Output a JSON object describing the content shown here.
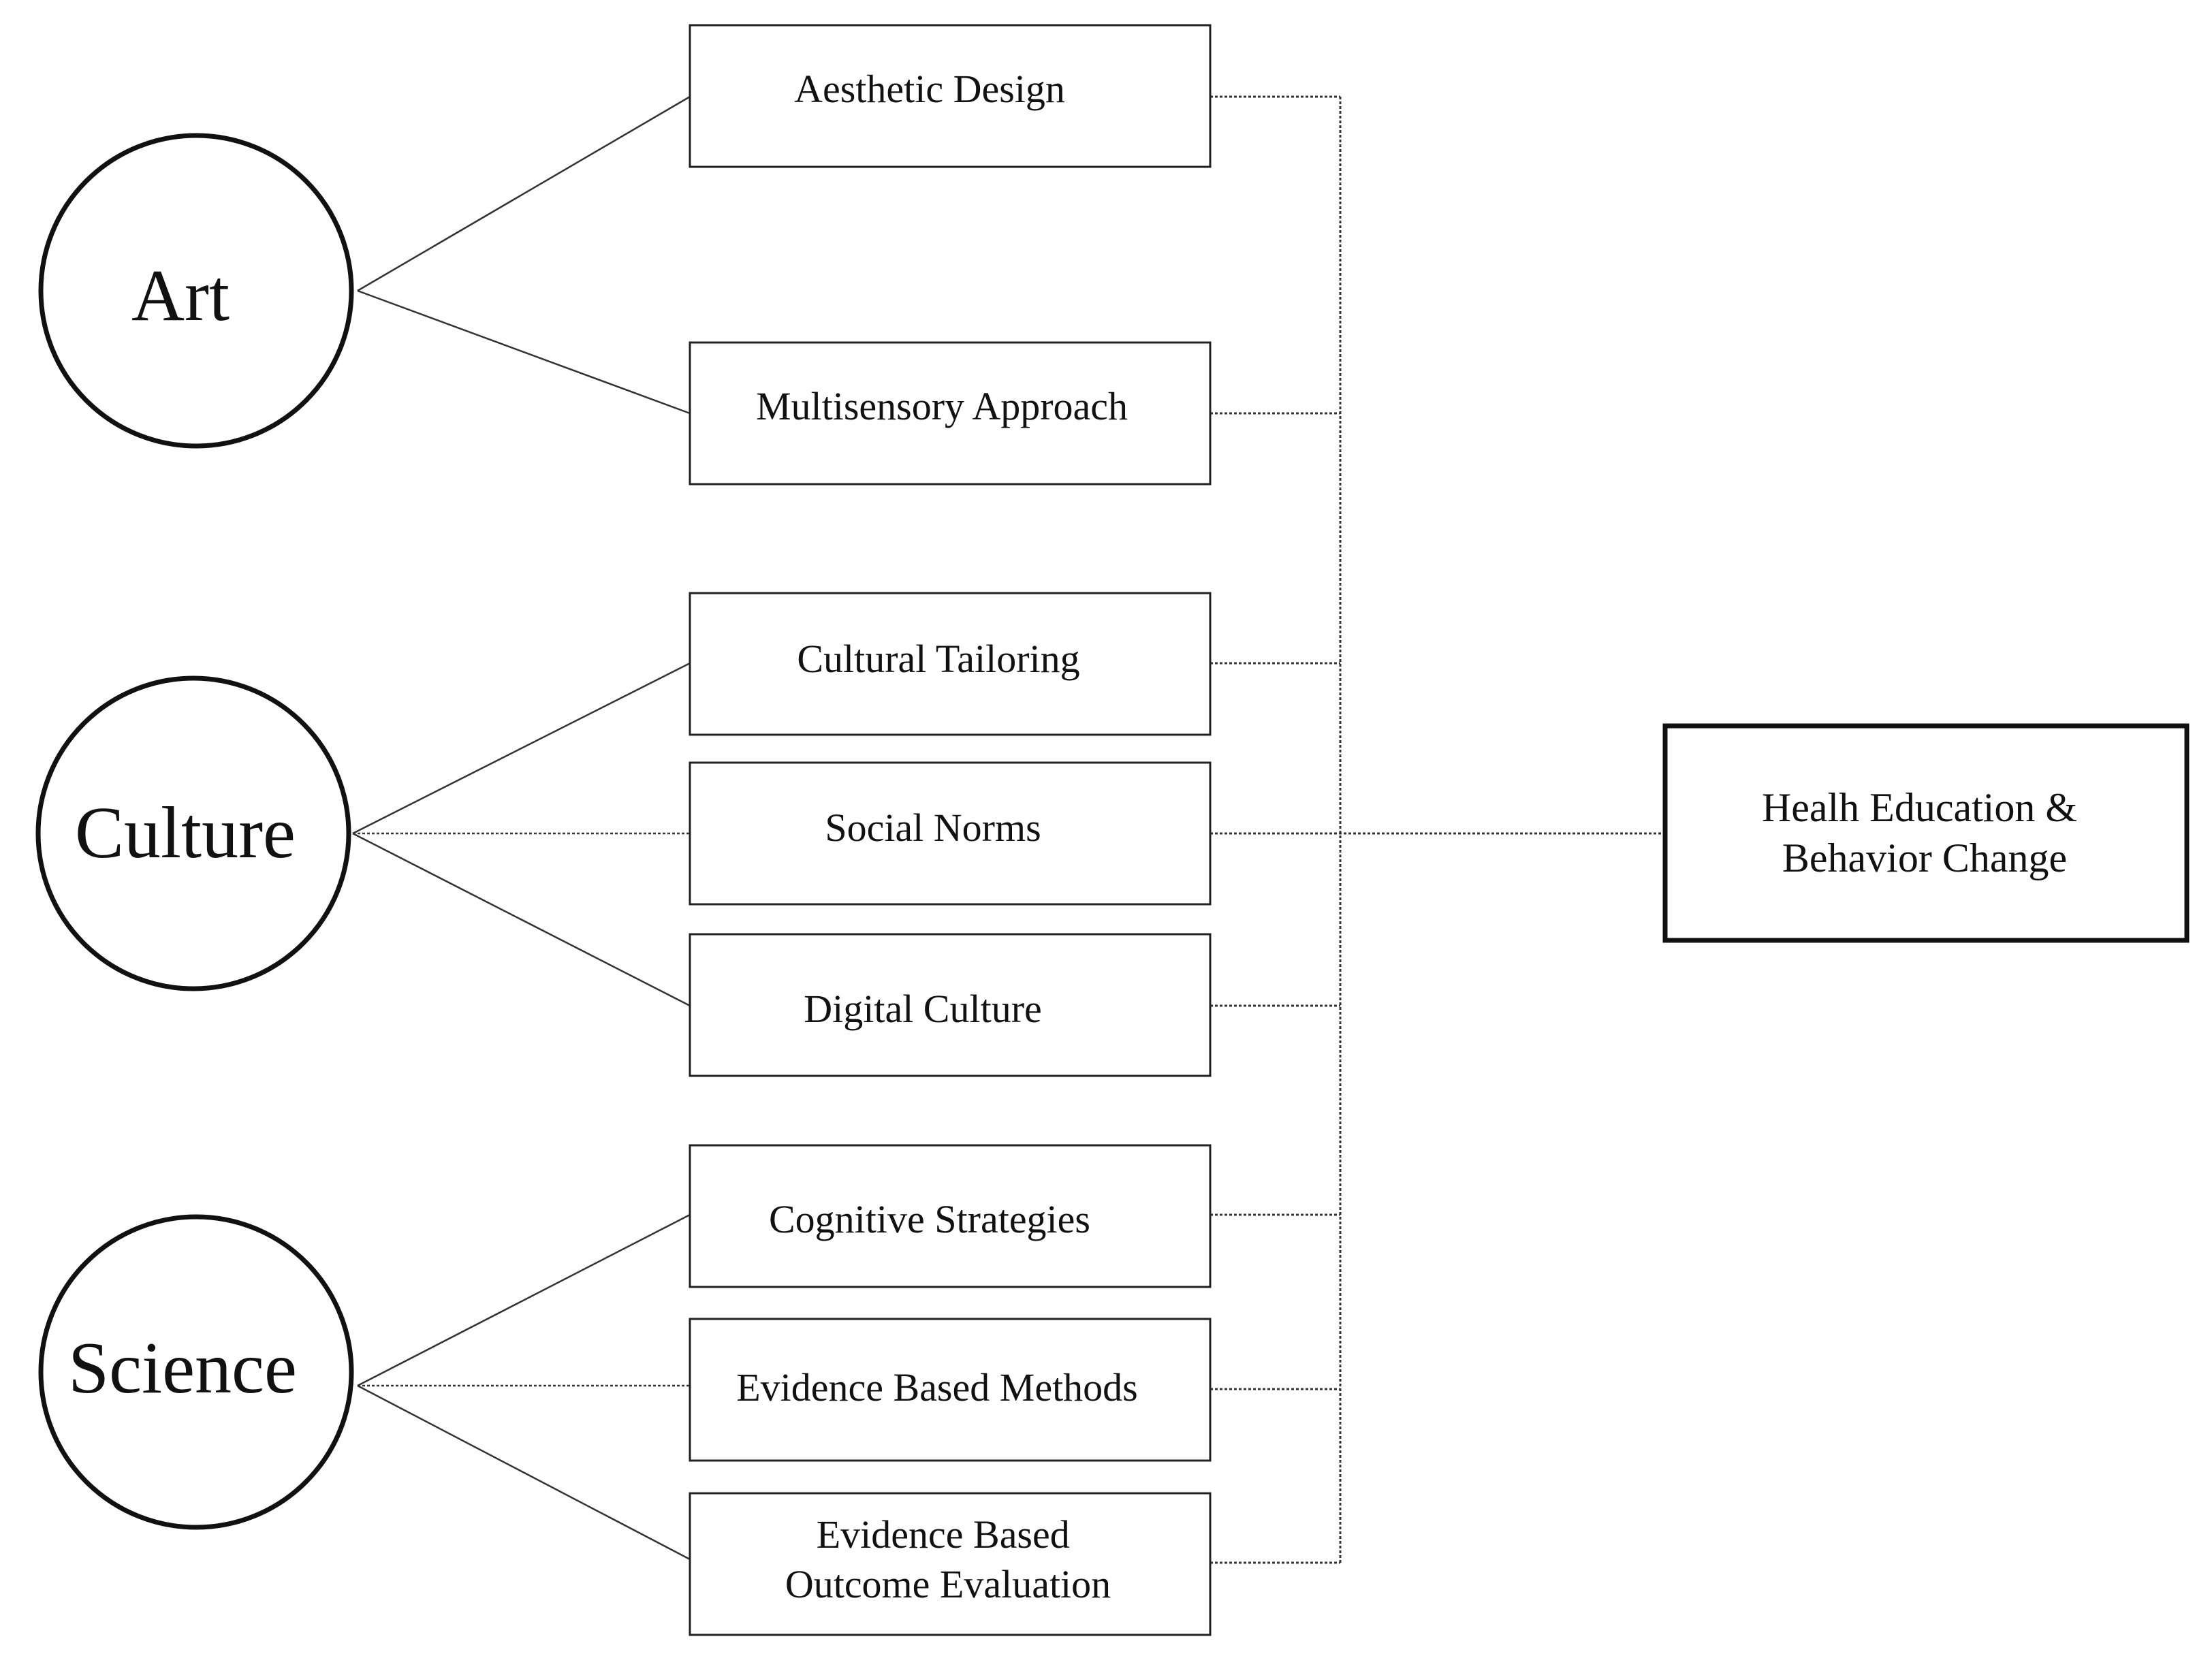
{
  "categories": {
    "art": "Art",
    "culture": "Culture",
    "science": "Science"
  },
  "factors": {
    "aesthetic_design": [
      "Aesthetic Design"
    ],
    "multisensory_approach": [
      "Multisensory Approach"
    ],
    "cultural_tailoring": [
      "Cultural Tailoring"
    ],
    "social_norms": [
      "Social Norms"
    ],
    "digital_culture": [
      "Digital Culture"
    ],
    "cognitive_strategies": [
      "Cognitive Strategies"
    ],
    "evidence_based_methods": [
      "Evidence Based Methods"
    ],
    "evidence_based_outcome_evaluation": [
      "Evidence Based",
      "Outcome Evaluation"
    ]
  },
  "outcome": {
    "lines": [
      "Healh Education &",
      "Behavior Change"
    ]
  },
  "colors": {
    "stroke": "#111111",
    "background": "#ffffff"
  }
}
